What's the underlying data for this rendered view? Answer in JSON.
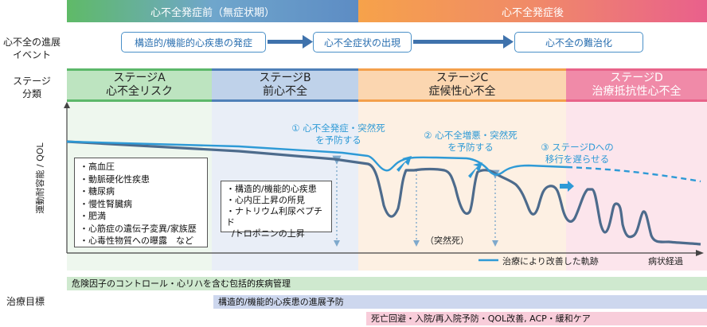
{
  "phases": {
    "pre": "心不全発症前（無症状期）",
    "post": "心不全発症後"
  },
  "row_labels": {
    "events": "心不全の進展イベント",
    "stages": "ステージ分類",
    "y_axis": "運動耐容能 / QOL",
    "goals": "治療目標"
  },
  "events": [
    "構造的/機能的心疾患の発症",
    "心不全症状の出現",
    "心不全の難治化"
  ],
  "stages": [
    {
      "name": "ステージA",
      "desc": "心不全リスク"
    },
    {
      "name": "ステージB",
      "desc": "前心不全"
    },
    {
      "name": "ステージC",
      "desc": "症候性心不全"
    },
    {
      "name": "ステージD",
      "desc": "治療抵抗性心不全"
    }
  ],
  "risk_list": [
    "・高血圧",
    "・動脈硬化性疾患",
    "・糖尿病",
    "・慢性腎臓病",
    "・肥満",
    "・心筋症の遺伝子変異/家族歴",
    "・心毒性物質への曝露　など"
  ],
  "stage_b_list": [
    "・構造的/機能的心疾患",
    "・心内圧上昇の所見",
    "・ナトリウム利尿ペプチド",
    "  /トロポニンの上昇"
  ],
  "annotations": {
    "a1": "① 心不全発症・突然死\nを予防する",
    "a2": "② 心不全増悪・突然死\nを予防する",
    "a3": "③ ステージDへの\n移行を遅らせる",
    "sudden_death": "（突然死）",
    "legend": "治療により改善した軌跡",
    "x_axis": "病状経過"
  },
  "goals": [
    "危険因子のコントロール・心リハを含む包括的疾病管理",
    "構造的/機能的心疾患の進展予防",
    "死亡回避・入院/再入院予防・QOL改善, ACP・緩和ケア"
  ],
  "colors": {
    "green": "#5cb86a",
    "blue": "#4f80b8",
    "orange": "#f4a04c",
    "pink": "#e8638a",
    "curve": "#2e9ad6",
    "trajectory": "#4d6b8c"
  }
}
